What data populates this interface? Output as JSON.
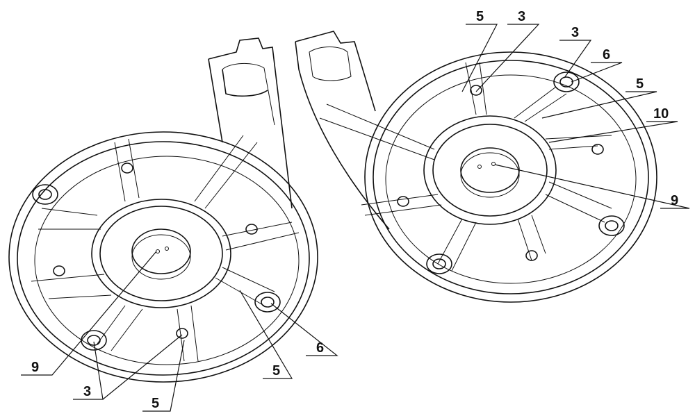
{
  "figure": {
    "left_part": {
      "labels": [
        "9",
        "3",
        "5",
        "5",
        "6"
      ]
    },
    "right_part": {
      "labels": [
        "5",
        "3",
        "3",
        "6",
        "5",
        "10",
        "9"
      ]
    }
  }
}
